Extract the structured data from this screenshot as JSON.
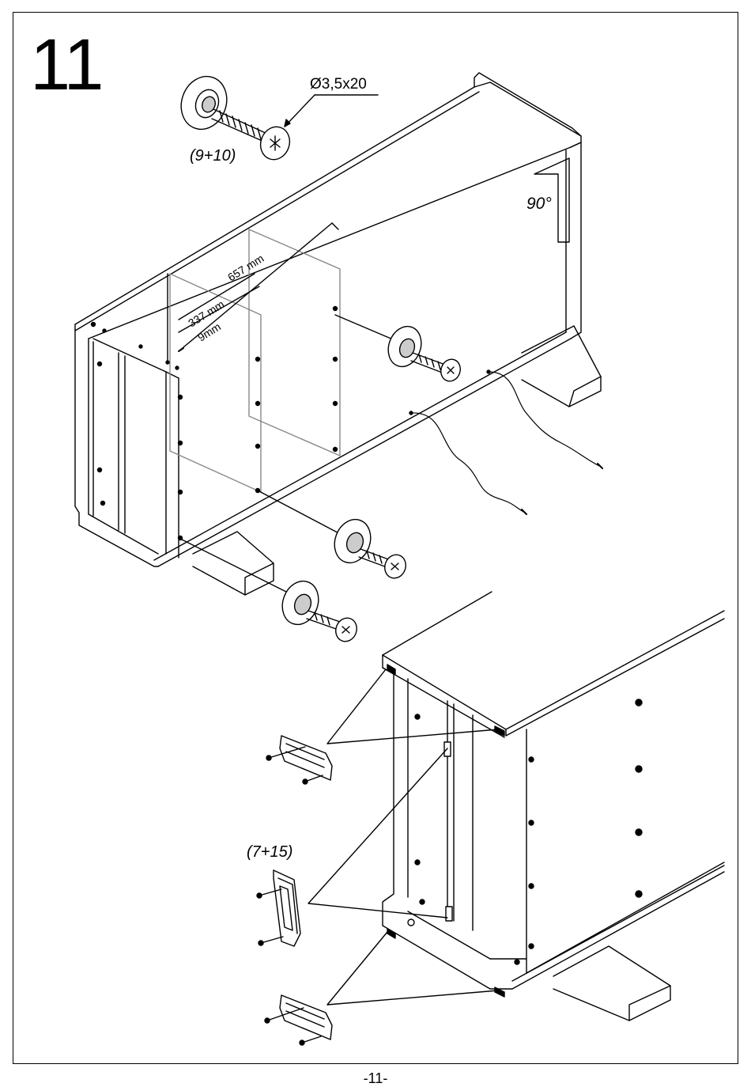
{
  "step_number": "11",
  "screw_spec": "Ø3,5x20",
  "screw_parts_label": "(9+10)",
  "angle_label": "90°",
  "dimensions": {
    "d1": "657  mm",
    "d2": "337  mm",
    "d3": "9mm"
  },
  "hinge_parts_label": "(7+15)",
  "page_number": "-11-"
}
